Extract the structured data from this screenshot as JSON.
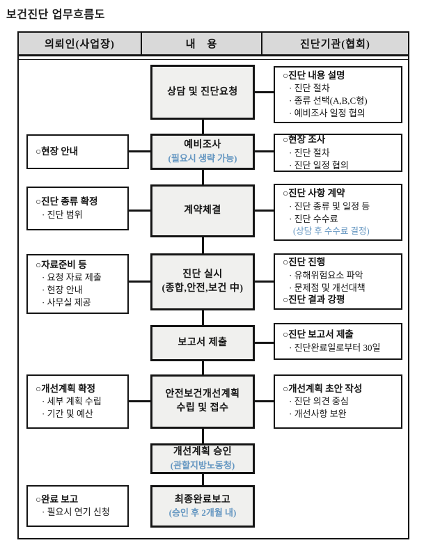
{
  "page_title": "보건진단 업무흐름도",
  "header": {
    "col_client": "의뢰인(사업장)",
    "col_content": "내　용",
    "col_agency": "진단기관(협회)"
  },
  "center": [
    {
      "line1": "상담 및 진단요청"
    },
    {
      "line1": "예비조사",
      "note": "(필요시 생략 가능)"
    },
    {
      "line1": "계약체결"
    },
    {
      "line1": "진단 실시",
      "line2": "(종합,안전,보건 中)"
    },
    {
      "line1": "보고서 제출"
    },
    {
      "line1": "안전보건개선계획",
      "line2": "수립 및 접수"
    },
    {
      "line1": "개선계획 승인",
      "note": "(관할지방노동청)"
    },
    {
      "line1": "최종완료보고",
      "note": "(승인 후 2개월 내)"
    }
  ],
  "left": [
    {
      "heading": "○현장 안내"
    },
    {
      "heading": "○진단 종류 확정",
      "bullets": [
        "· 진단 범위"
      ]
    },
    {
      "heading": "○자료준비 등",
      "bullets": [
        "· 요청 자료 제출",
        "· 현장 안내",
        "· 사무실 제공"
      ]
    },
    {
      "heading": "○개선계획 확정",
      "bullets": [
        "· 세부 계획 수립",
        "· 기간 및 예산"
      ]
    },
    {
      "heading": "○완료 보고",
      "bullets": [
        "· 필요시 연기 신청"
      ]
    }
  ],
  "right": [
    {
      "heading": "○진단 내용 설명",
      "bullets": [
        "· 진단 절차",
        "· 종류 선택(A,B,C형)",
        "· 예비조사 일정 협의"
      ]
    },
    {
      "heading": "○현장 조사",
      "bullets": [
        "· 진단 절차",
        "· 진단 일정 협의"
      ]
    },
    {
      "heading": "○진단 사항 계약",
      "bullets": [
        "· 진단 종류 및 일정 등",
        "· 진단 수수료"
      ],
      "note": "(상담 후 수수료 결정)"
    },
    {
      "heading": "○진단 진행",
      "bullets": [
        "· 유해위험요소 파악",
        "· 문제점 및 개선대책"
      ],
      "heading2": "○진단 결과 강평"
    },
    {
      "heading": "○진단 보고서 제출",
      "bullets": [
        "· 진단완료일로부터 30일"
      ]
    },
    {
      "heading": "○개선계획 초안 작성",
      "bullets": [
        "· 진단 의견 중심",
        "· 개선사항 보완"
      ]
    }
  ],
  "colors": {
    "accent_blue": "#6496c1",
    "header_bg": "#d9d9d9",
    "center_box_bg": "#f0f0ee",
    "border": "#141414"
  }
}
